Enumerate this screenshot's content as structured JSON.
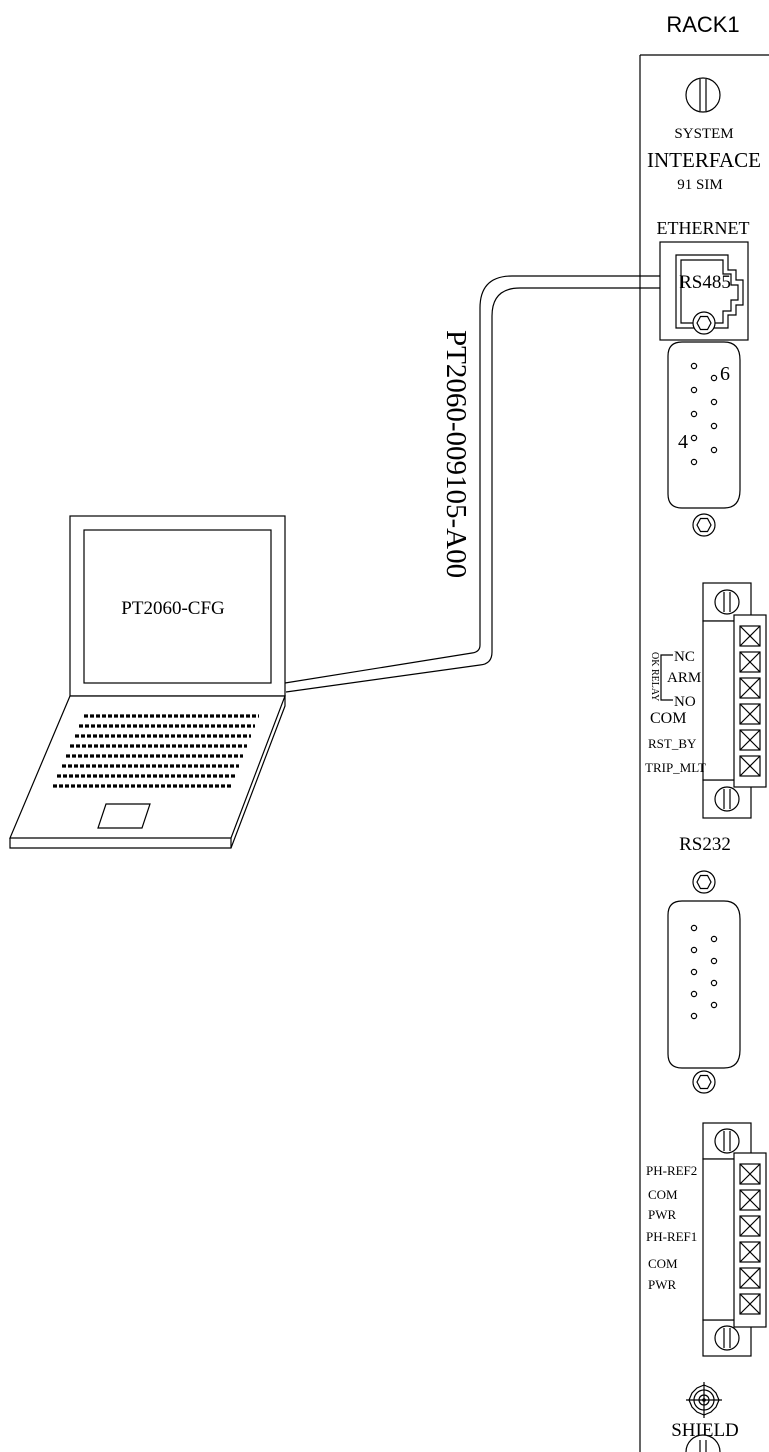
{
  "rack": {
    "title": "RACK1",
    "module": {
      "line1": "SYSTEM",
      "line2": "INTERFACE",
      "line3": "91 SIM"
    },
    "ethernet_label": "ETHERNET",
    "rs485": {
      "label": "RS485",
      "pin_high": "6",
      "pin_low": "4"
    },
    "relay_block": {
      "group_label": "OK RELAY",
      "terminals": [
        "NC",
        "ARM",
        "NO",
        "COM",
        "RST_BY",
        "TRIP_MLT"
      ]
    },
    "rs232_label": "RS232",
    "ref_block": {
      "terminals": [
        "PH-REF2",
        "COM",
        "PWR",
        "PH-REF1",
        "COM",
        "PWR"
      ]
    },
    "shield_label": "SHIELD"
  },
  "cable": {
    "label": "PT2060-009105-A00"
  },
  "laptop": {
    "screen_text": "PT2060-CFG"
  }
}
